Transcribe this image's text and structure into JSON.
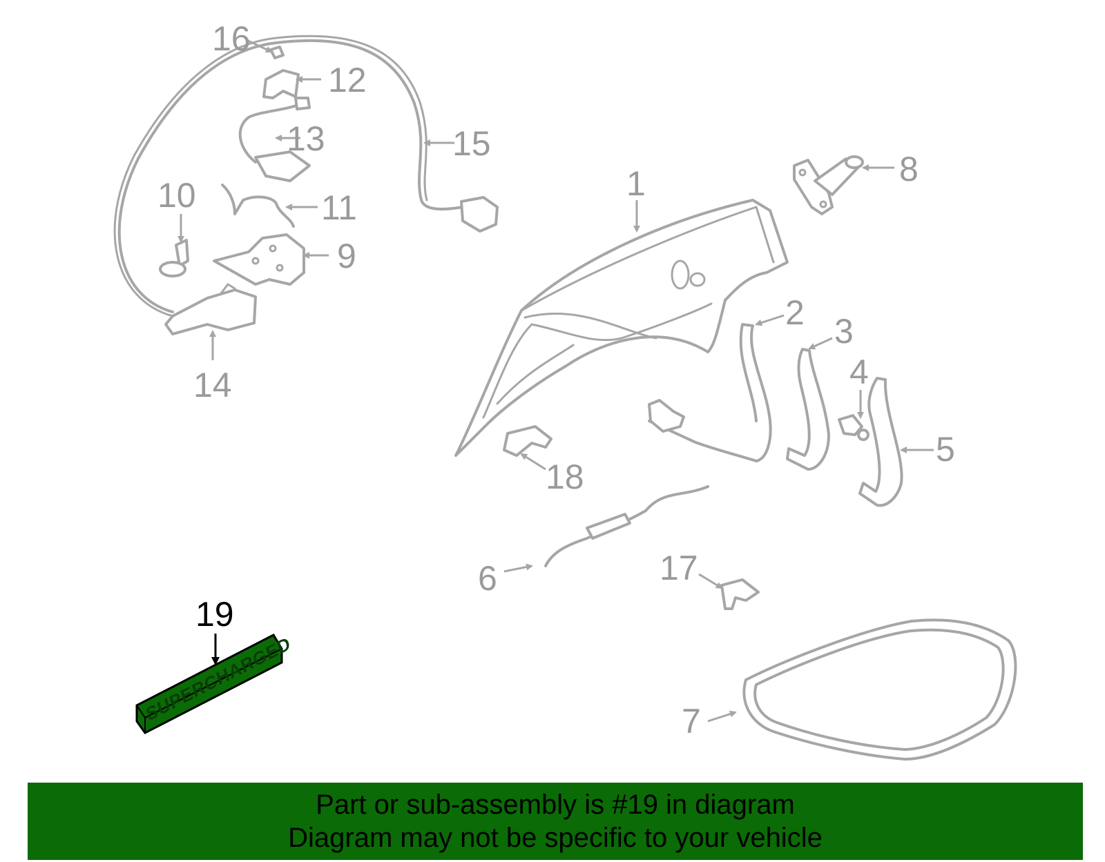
{
  "callouts": {
    "c1": "1",
    "c2": "2",
    "c3": "3",
    "c4": "4",
    "c5": "5",
    "c6": "6",
    "c7": "7",
    "c8": "8",
    "c9": "9",
    "c10": "10",
    "c11": "11",
    "c12": "12",
    "c13": "13",
    "c14": "14",
    "c15": "15",
    "c16": "16",
    "c17": "17",
    "c18": "18",
    "c19": "19"
  },
  "emblem": {
    "text": "SUPERCHARGED"
  },
  "banner": {
    "line1": "Part or sub-assembly is #19 in diagram",
    "line2": "Diagram may not be specific to your vehicle"
  },
  "colors": {
    "highlight": "#0b6b06",
    "parts": "#a6a6a6",
    "callout_text": "#9a9a9a"
  }
}
